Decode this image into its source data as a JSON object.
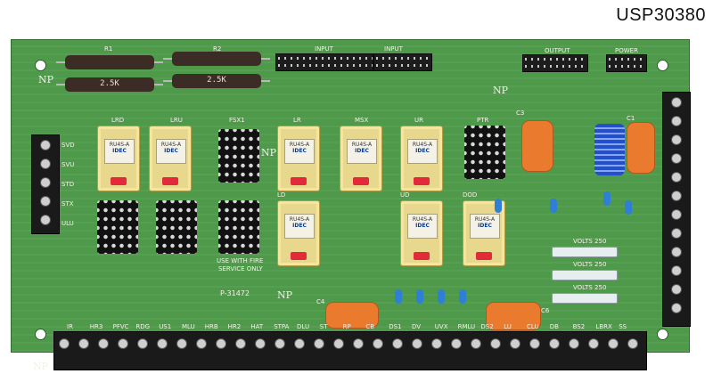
{
  "part_number": "USP30380",
  "silkscreen": {
    "resistors": [
      "R1",
      "R2"
    ],
    "resistor_values": [
      "2.5K",
      "2.5K"
    ],
    "headers": [
      "INPUT",
      "INPUT",
      "OUTPUT",
      "POWER"
    ],
    "relays_top": [
      "LRD",
      "LRU",
      "FSX1",
      "LR",
      "MSX",
      "UR",
      "PTR"
    ],
    "relays_bottom": [
      "LD",
      "UD",
      "DOD"
    ],
    "left_terminal": [
      "SVD",
      "SVU",
      "STD",
      "STX",
      "ULU"
    ],
    "bottom_terminal": [
      "IR",
      "HR3",
      "PFVC",
      "RDG",
      "US1",
      "MLU",
      "HRB",
      "HR2",
      "HAT",
      "STPA",
      "DLU",
      "ST",
      "RP",
      "CB",
      "DS1",
      "DV",
      "UVX",
      "RMLU",
      "DS2",
      "LU",
      "CLU",
      "DB",
      "BS2",
      "LBRX",
      "SS"
    ],
    "board_note": "P-31472",
    "service_note_1": "USE WITH FIRE",
    "service_note_2": "SERVICE ONLY",
    "fuse_labels": [
      "VOLTS 250",
      "VOLTS 250",
      "VOLTS 250"
    ],
    "caps": [
      "C3",
      "C1",
      "C4",
      "C6"
    ],
    "silk_np": [
      "NP",
      "NP",
      "NP",
      "NP",
      "NP"
    ]
  },
  "colors": {
    "pcb": "#4f9a4a",
    "relay": "#e7d88e",
    "led": "#e22a3a",
    "cap": "#ea7a2d"
  }
}
